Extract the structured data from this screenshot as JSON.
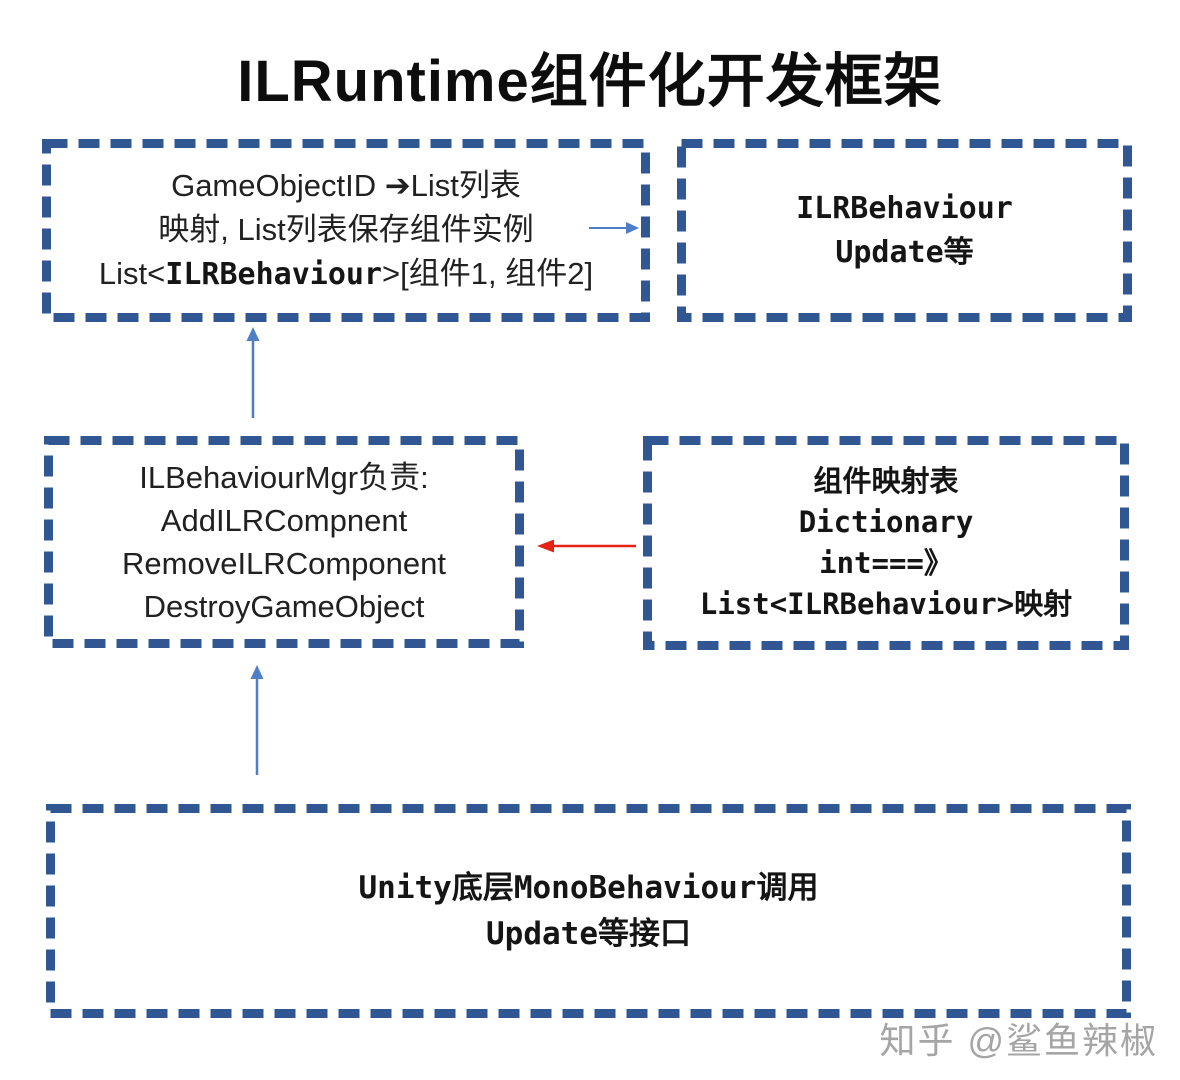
{
  "title": "ILRuntime组件化开发框架",
  "boxes": {
    "gameobject_map": {
      "line1": "GameObjectID ➔List列表",
      "line2": "映射, List列表保存组件实例",
      "line3_prefix": "List<",
      "line3_code": "ILRBehaviour",
      "line3_suffix": ">[组件1, 组件2]"
    },
    "ilrbehaviour": {
      "line1": "ILRBehaviour",
      "line2": "Update等"
    },
    "mgr": {
      "line1": "ILBehaviourMgr负责:",
      "line2": "AddILRCompnent",
      "line3": "RemoveILRComponent",
      "line4": "DestroyGameObject"
    },
    "mapping_table": {
      "line1": "组件映射表",
      "line2": "Dictionary",
      "line3": "int===》",
      "line4": "List<ILRBehaviour>映射"
    },
    "unity": {
      "line1": "Unity底层MonoBehaviour调用",
      "line2": "Update等接口"
    }
  },
  "diagram": {
    "edges": [
      {
        "from": "gameobject-map-box",
        "to": "ilrbehaviour-box",
        "direction": "right",
        "color": "blue"
      },
      {
        "from": "mapping-table-box",
        "to": "behaviour-mgr-box",
        "direction": "left",
        "color": "red"
      },
      {
        "from": "behaviour-mgr-box",
        "to": "gameobject-map-box",
        "direction": "up",
        "color": "blue"
      },
      {
        "from": "unity-monobehaviour-box",
        "to": "behaviour-mgr-box",
        "direction": "up",
        "color": "blue"
      }
    ]
  },
  "watermark": "知乎 @鲨鱼辣椒",
  "colors": {
    "background": "#ffffff",
    "box_border": "#305791",
    "arrow_blue": "#4d7ec6",
    "arrow_red": "#e42313",
    "title_text": "#0d0d0d",
    "body_text": "#1f1f1f",
    "watermark_text": "#a5a5a5"
  }
}
